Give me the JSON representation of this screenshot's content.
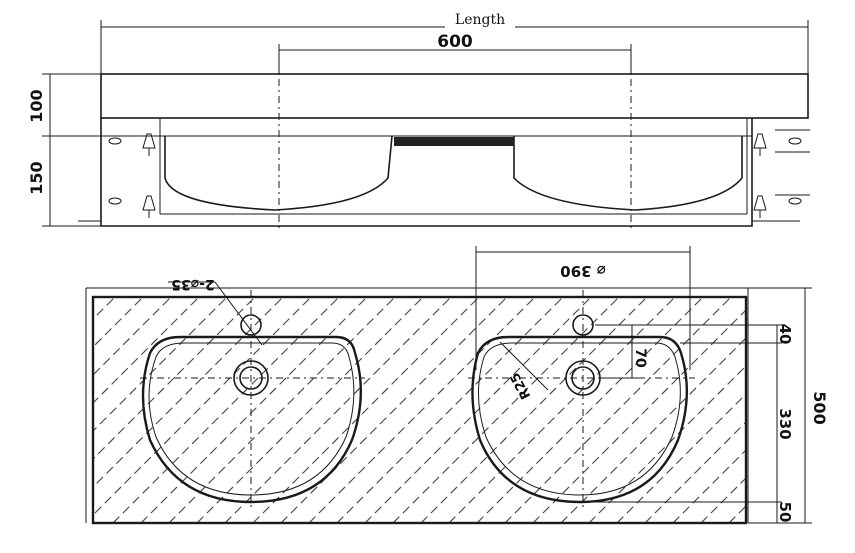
{
  "elevation": {
    "length_label": "Length",
    "center_distance": "600",
    "top_height": "100",
    "basin_height": "150"
  },
  "plan": {
    "hole_callout": "2-⌀35",
    "basin_diameter": "⌀ 390",
    "corner_radius": "R25",
    "tap_offset": "70",
    "front_margin": "40",
    "basin_depth": "330",
    "back_margin": "50",
    "total_depth": "500"
  }
}
